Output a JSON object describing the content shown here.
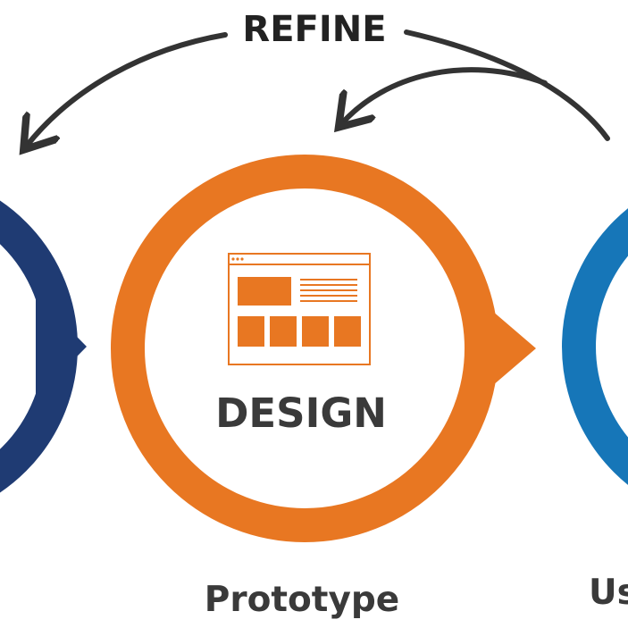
{
  "refine_label": "REFINE",
  "stages": {
    "left": {
      "color": "#1f3b73"
    },
    "center": {
      "title": "DESIGN",
      "caption": "Prototype",
      "color": "#e87722",
      "icon": "wireframe-layout-icon"
    },
    "right": {
      "caption": "Us",
      "color": "#1676b8"
    }
  },
  "arrow_color": "#333333"
}
